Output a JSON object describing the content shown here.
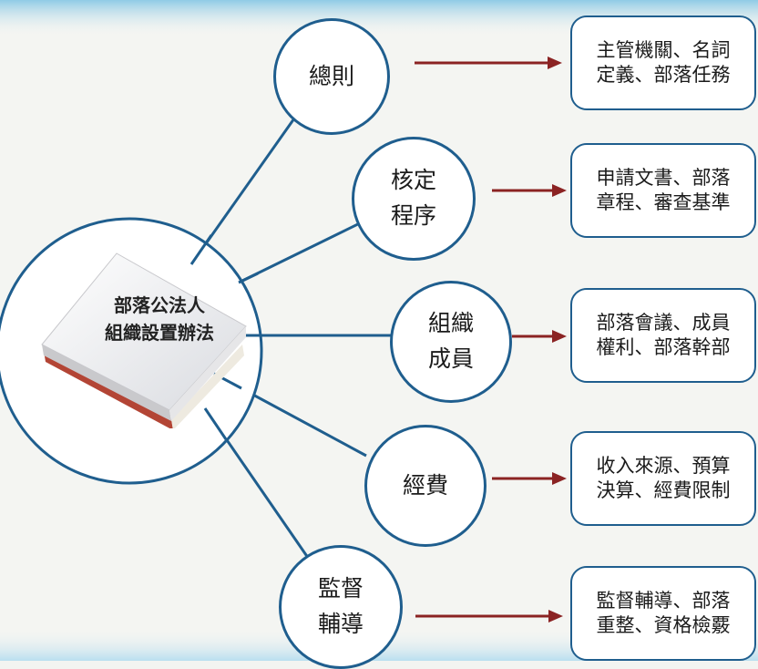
{
  "center": {
    "title_line1": "部落公法人",
    "title_line2": "組織設置辦法"
  },
  "nodes": [
    {
      "label": "總則",
      "description": "主管機關、名詞\n定義、部落任務"
    },
    {
      "label": "核定\n程序",
      "description": "申請文書、部落\n章程、審查基準"
    },
    {
      "label": "組織\n成員",
      "description": "部落會議、成員\n權利、部落幹部"
    },
    {
      "label": "經費",
      "description": "收入來源、預算\n決算、經費限制"
    },
    {
      "label": "監督\n輔導",
      "description": "監督輔導、部落\n重整、資格檢覈"
    }
  ],
  "colors": {
    "line": "#1f5e8e",
    "arrow": "#8b2323",
    "header_band": "#bfe0ef"
  }
}
